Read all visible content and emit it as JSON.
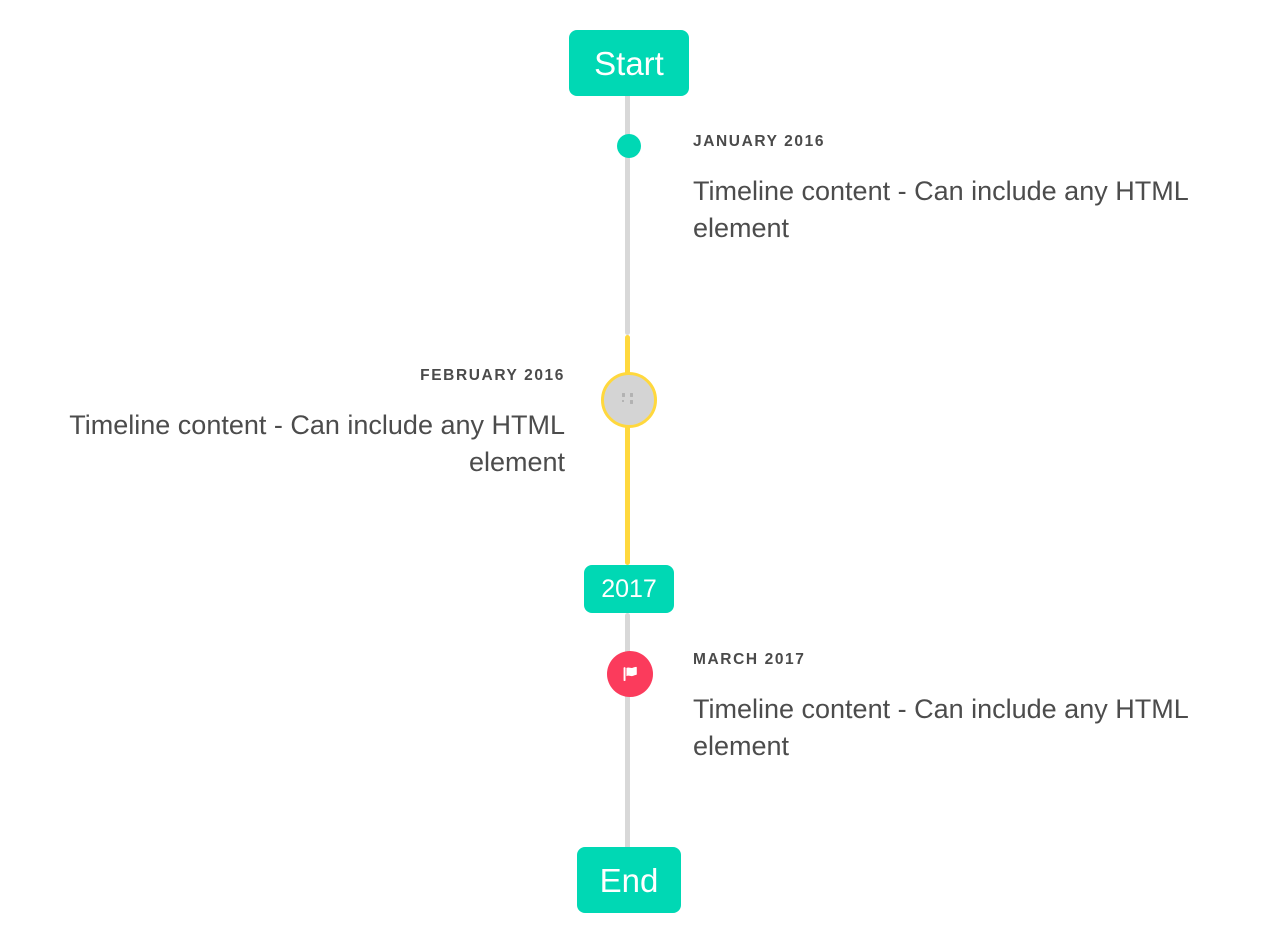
{
  "timeline": {
    "accent_color": "#00d8b4",
    "line_color_default": "#d8d8d8",
    "line_color_highlight": "#ffd83d",
    "flag_marker_color": "#fb3b5c",
    "avatar_marker_color": "#d4d4d4",
    "text_color": "#4c4c4c",
    "caps": {
      "start_label": "Start",
      "middle_label": "2017",
      "end_label": "End"
    },
    "entries": [
      {
        "id": "january-2016",
        "side": "right",
        "date": "January 2016",
        "body": "Timeline content - Can include any HTML element",
        "marker": "dot-marker"
      },
      {
        "id": "february-2016",
        "side": "left",
        "date": "February 2016",
        "body": "Timeline content - Can include any HTML element",
        "marker": "avatar-marker"
      },
      {
        "id": "march-2017",
        "side": "right",
        "date": "March 2017",
        "body": "Timeline content - Can include any HTML element",
        "marker": "flag-marker"
      }
    ]
  }
}
